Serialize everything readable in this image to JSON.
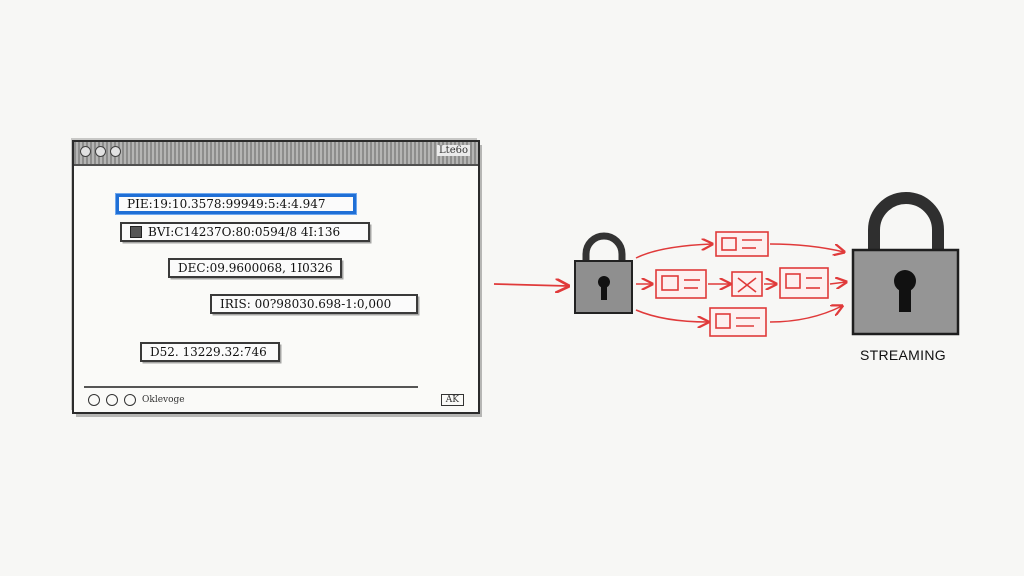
{
  "window": {
    "title": "Lte6o",
    "fields": [
      {
        "text": "PIE:19:10.3578:99949:5:4:4.947",
        "selected": true
      },
      {
        "text": "BVI:C14237O:80:0594/8 4I:136",
        "selected": false
      },
      {
        "text": "DEC:09.9600068, 1I0326",
        "selected": false
      },
      {
        "text": "IRIS: 00?98030.698-1:0,000",
        "selected": false
      },
      {
        "text": "D52. 13229.32:746",
        "selected": false
      }
    ],
    "status_left": "Oklevoge",
    "status_right": "AK"
  },
  "diagram": {
    "label": "STREAMING",
    "accent_color": "#e03a3a",
    "ink_color": "#2b2b2b",
    "selection_color": "#1f6fd6"
  }
}
